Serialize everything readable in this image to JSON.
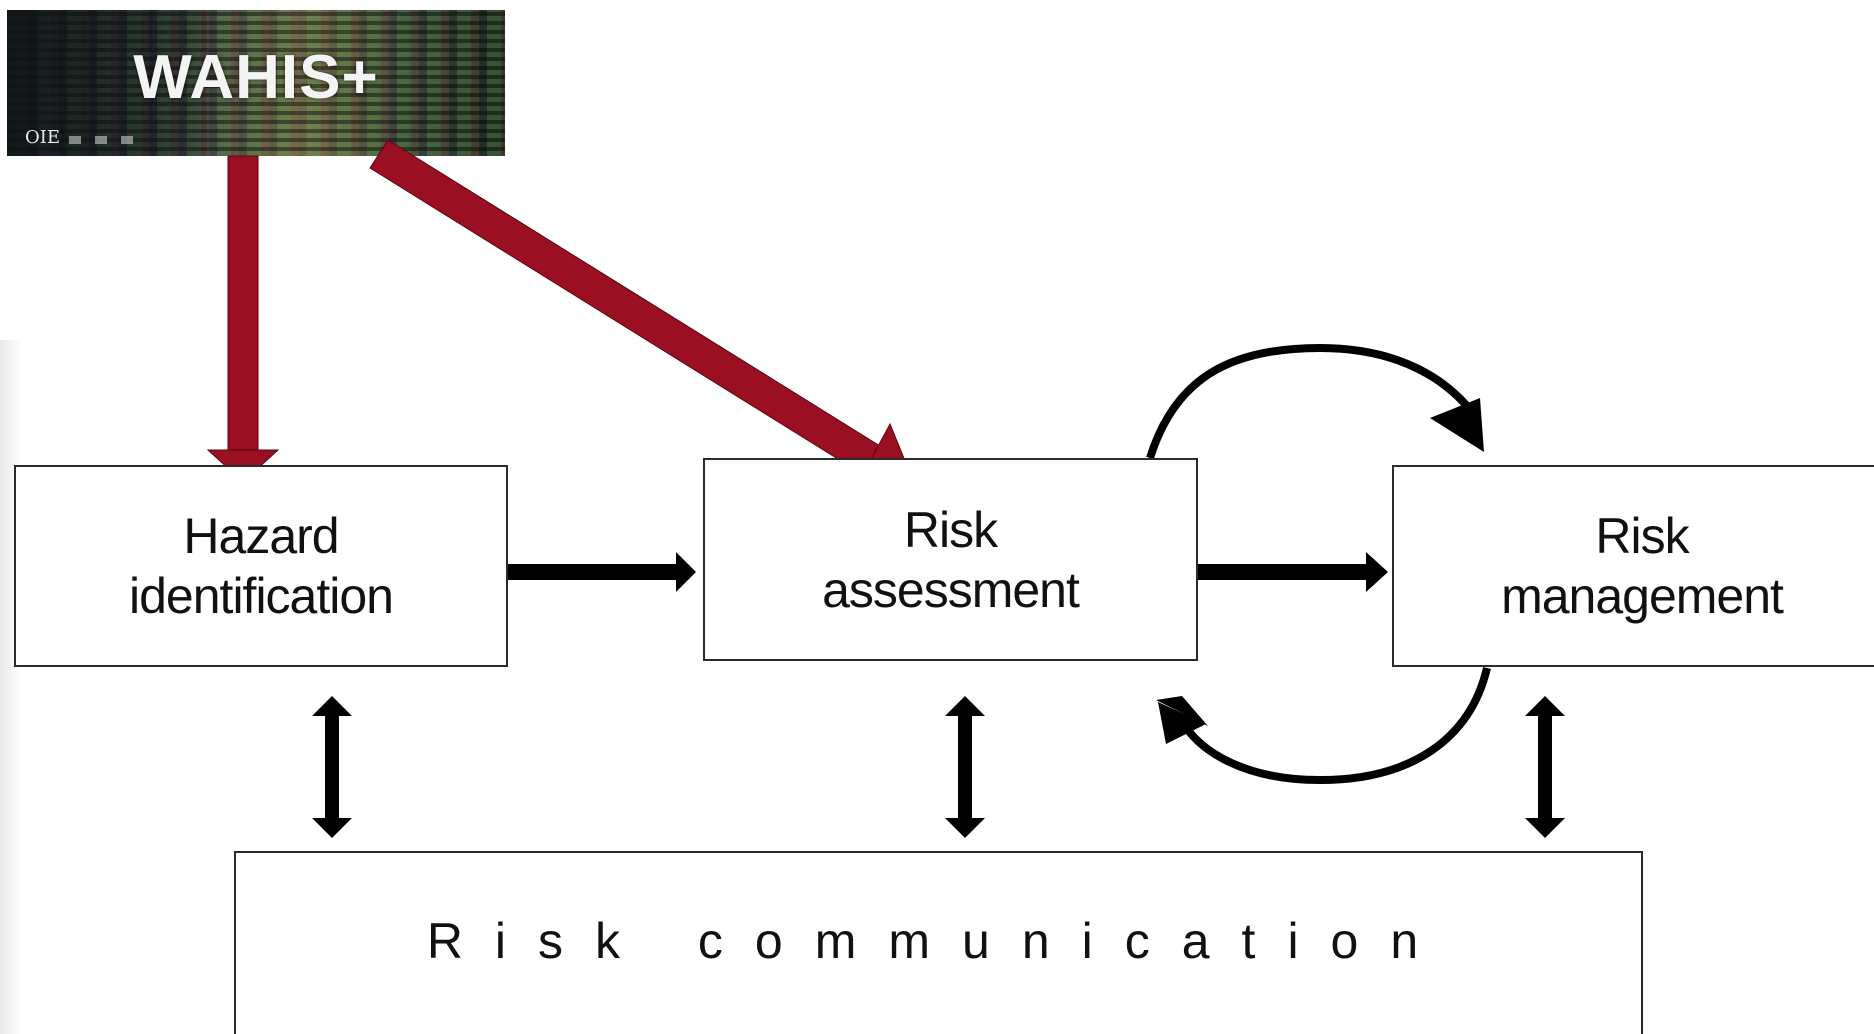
{
  "banner": {
    "title": "WAHIS+",
    "logo_text": "OIE",
    "image_name": "wahis-plus-banner"
  },
  "diagram": {
    "steps": {
      "hazard": "Hazard\nidentification",
      "assessment": "Risk\nassessment",
      "management": "Risk\nmanagement"
    },
    "communication": "Risk communication"
  },
  "colors": {
    "highlight_arrow": "#9b0f23",
    "flow_arrow": "#000000",
    "box_border": "#2b2b2b",
    "text": "#111111"
  }
}
